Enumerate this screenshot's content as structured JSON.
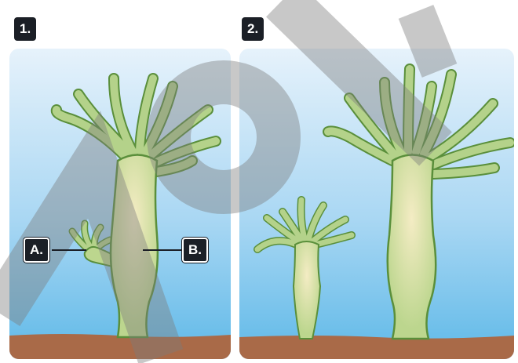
{
  "panels": [
    {
      "number": "1."
    },
    {
      "number": "2."
    }
  ],
  "labels": {
    "a": "A.",
    "b": "B."
  },
  "colors": {
    "water_top": "#e6f2fb",
    "water_bottom": "#5fb9e8",
    "ground": "#a96a48",
    "body_fill": "#dfe8b0",
    "body_stroke": "#5a8f3b",
    "tentacle_fill": "#b4d28a",
    "watermark": "#7d7d7d",
    "badge": "#1b1f26"
  },
  "watermark_text": "VOL"
}
